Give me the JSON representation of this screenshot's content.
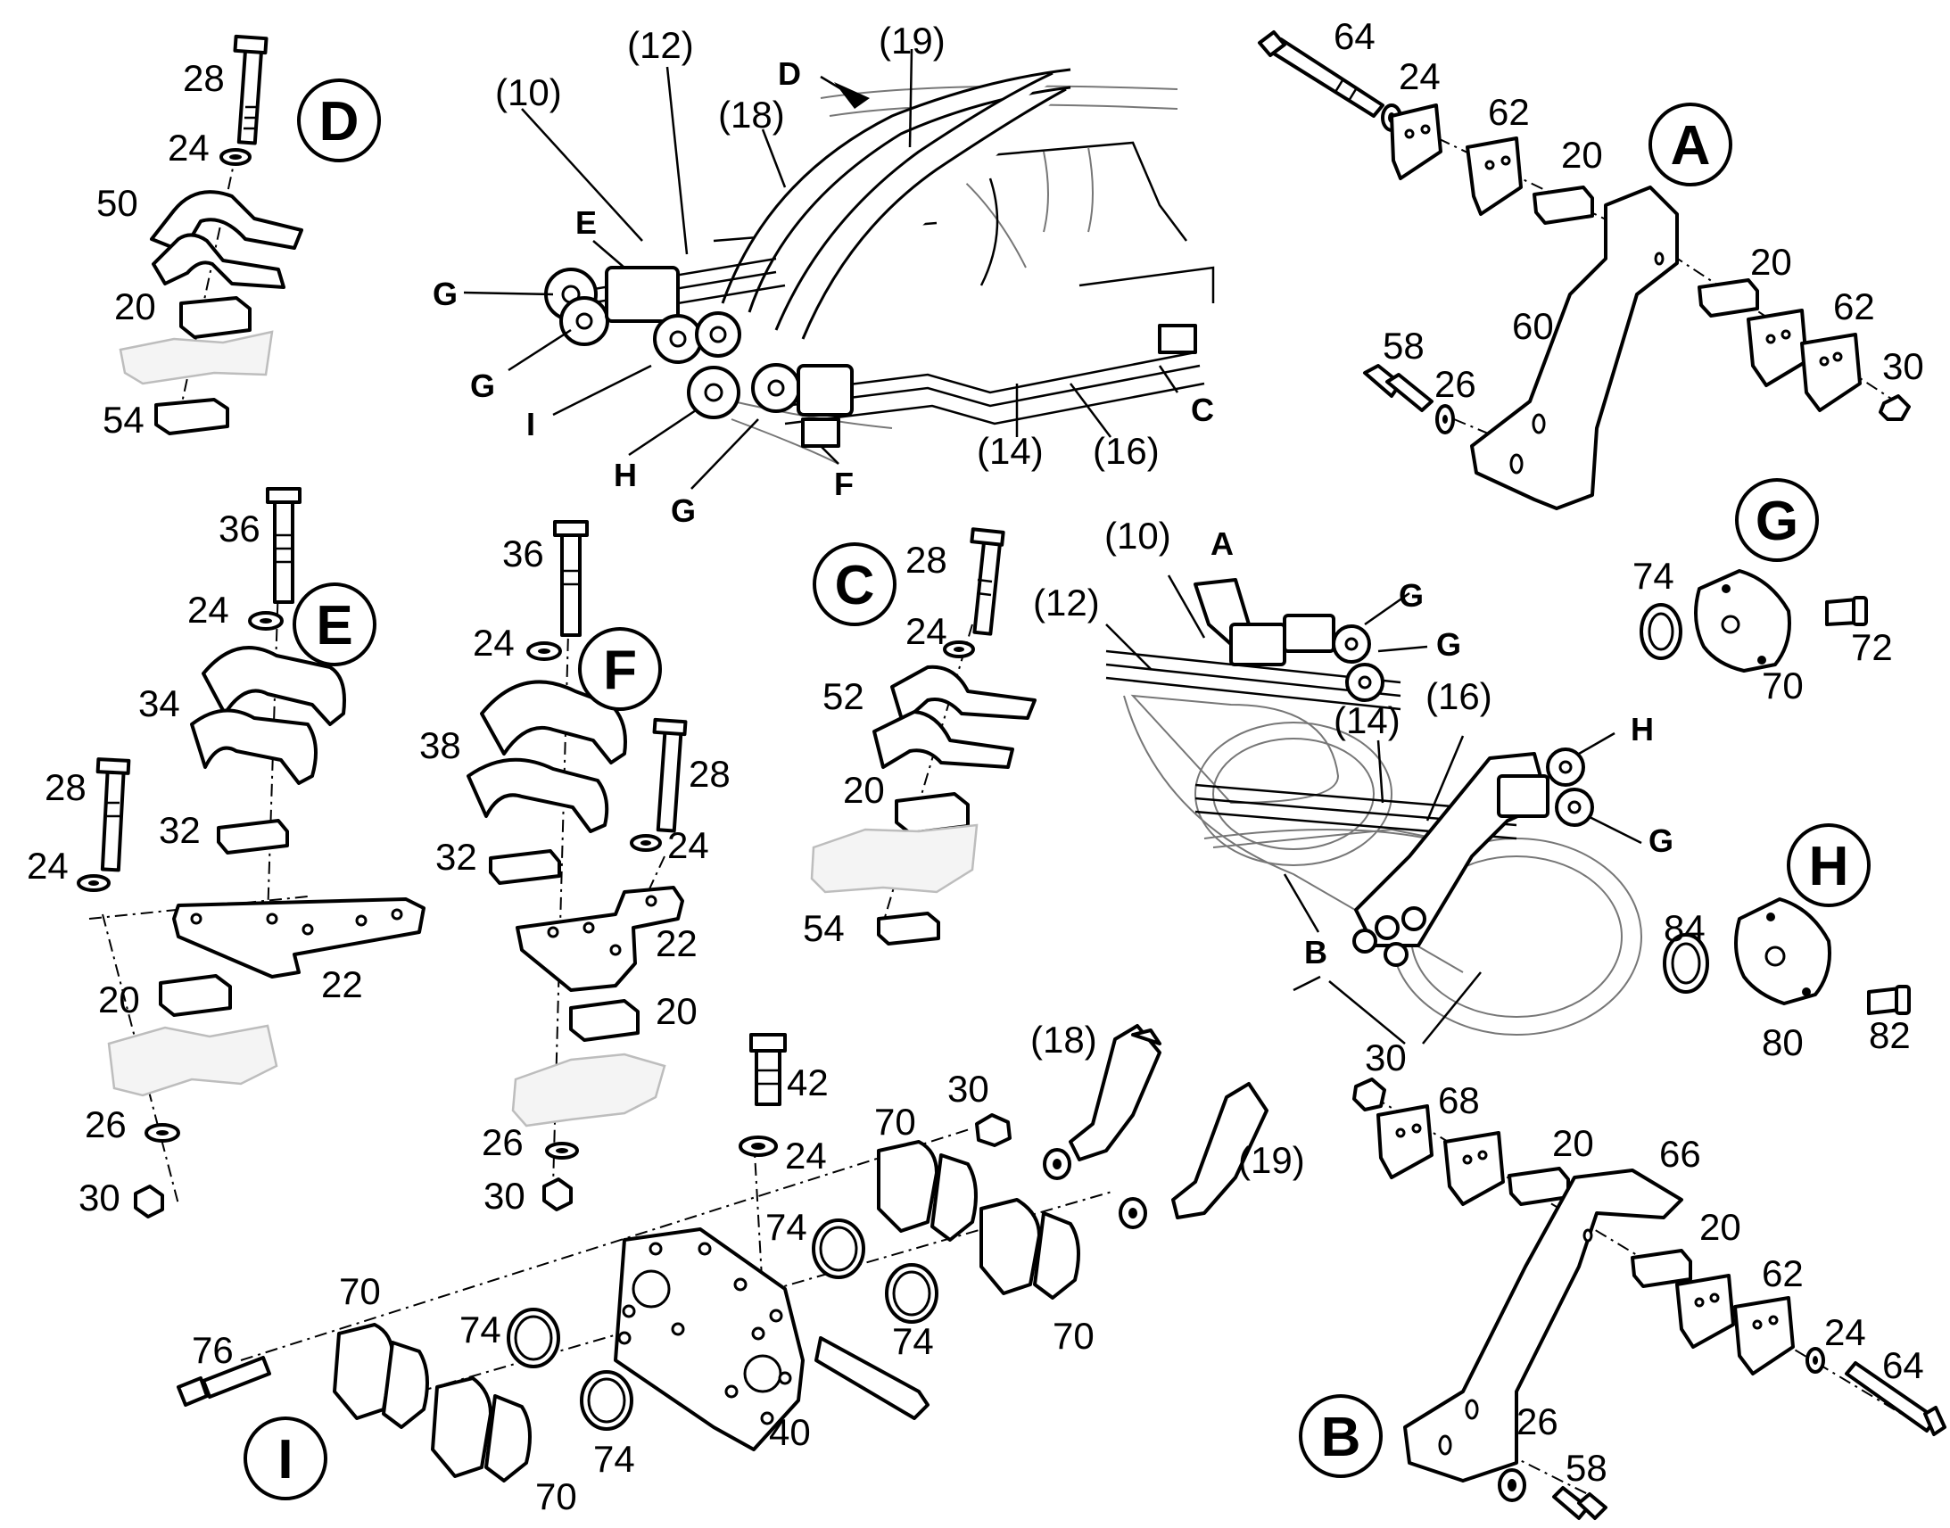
{
  "callouts": {
    "D": "D",
    "A": "A",
    "E": "E",
    "F": "F",
    "C": "C",
    "G": "G",
    "H": "H",
    "B": "B",
    "I": "I"
  },
  "overview_top": {
    "ref_10": "(10)",
    "ref_12": "(12)",
    "ref_18": "(18)",
    "ref_19": "(19)",
    "ref_14": "(14)",
    "ref_16": "(16)",
    "d": "D",
    "e": "E",
    "g1": "G",
    "g2": "G",
    "g3": "G",
    "i": "I",
    "h": "H",
    "f": "F",
    "c": "C"
  },
  "overview_mid": {
    "ref_10": "(10)",
    "ref_12": "(12)",
    "ref_14": "(14)",
    "ref_16": "(16)",
    "a": "A",
    "g1": "G",
    "g2": "G",
    "g3": "G",
    "h": "H",
    "b": "B"
  },
  "detail_D": {
    "p28": "28",
    "p24": "24",
    "p50": "50",
    "p20": "20",
    "p54": "54"
  },
  "detail_A": {
    "p64": "64",
    "p24": "24",
    "p62a": "62",
    "p20a": "20",
    "p20b": "20",
    "p62b": "62",
    "p60": "60",
    "p58": "58",
    "p26": "26",
    "p30": "30"
  },
  "detail_E": {
    "p36": "36",
    "p24a": "24",
    "p34": "34",
    "p28": "28",
    "p24b": "24",
    "p32": "32",
    "p22": "22",
    "p20": "20",
    "p26": "26",
    "p30": "30"
  },
  "detail_F": {
    "p36": "36",
    "p24a": "24",
    "p38": "38",
    "p28": "28",
    "p24b": "24",
    "p32": "32",
    "p22": "22",
    "p20": "20",
    "p26": "26",
    "p30": "30"
  },
  "detail_C": {
    "p28": "28",
    "p24": "24",
    "p52": "52",
    "p20": "20",
    "p54": "54"
  },
  "detail_G": {
    "p74": "74",
    "p70": "70",
    "p72": "72"
  },
  "detail_H": {
    "p84": "84",
    "p80": "80",
    "p82": "82"
  },
  "detail_I": {
    "p42": "42",
    "p24": "24",
    "p30": "30",
    "p70a": "70",
    "p70b": "70",
    "p70c": "70",
    "p70d": "70",
    "p74a": "74",
    "p74b": "74",
    "p74c": "74",
    "p74d": "74",
    "p76": "76",
    "p40": "40",
    "r18": "(18)",
    "r19": "(19)"
  },
  "detail_B": {
    "p30": "30",
    "p68": "68",
    "p20a": "20",
    "p66": "66",
    "p20b": "20",
    "p62": "62",
    "p24": "24",
    "p64": "64",
    "p26": "26",
    "p58": "58"
  }
}
